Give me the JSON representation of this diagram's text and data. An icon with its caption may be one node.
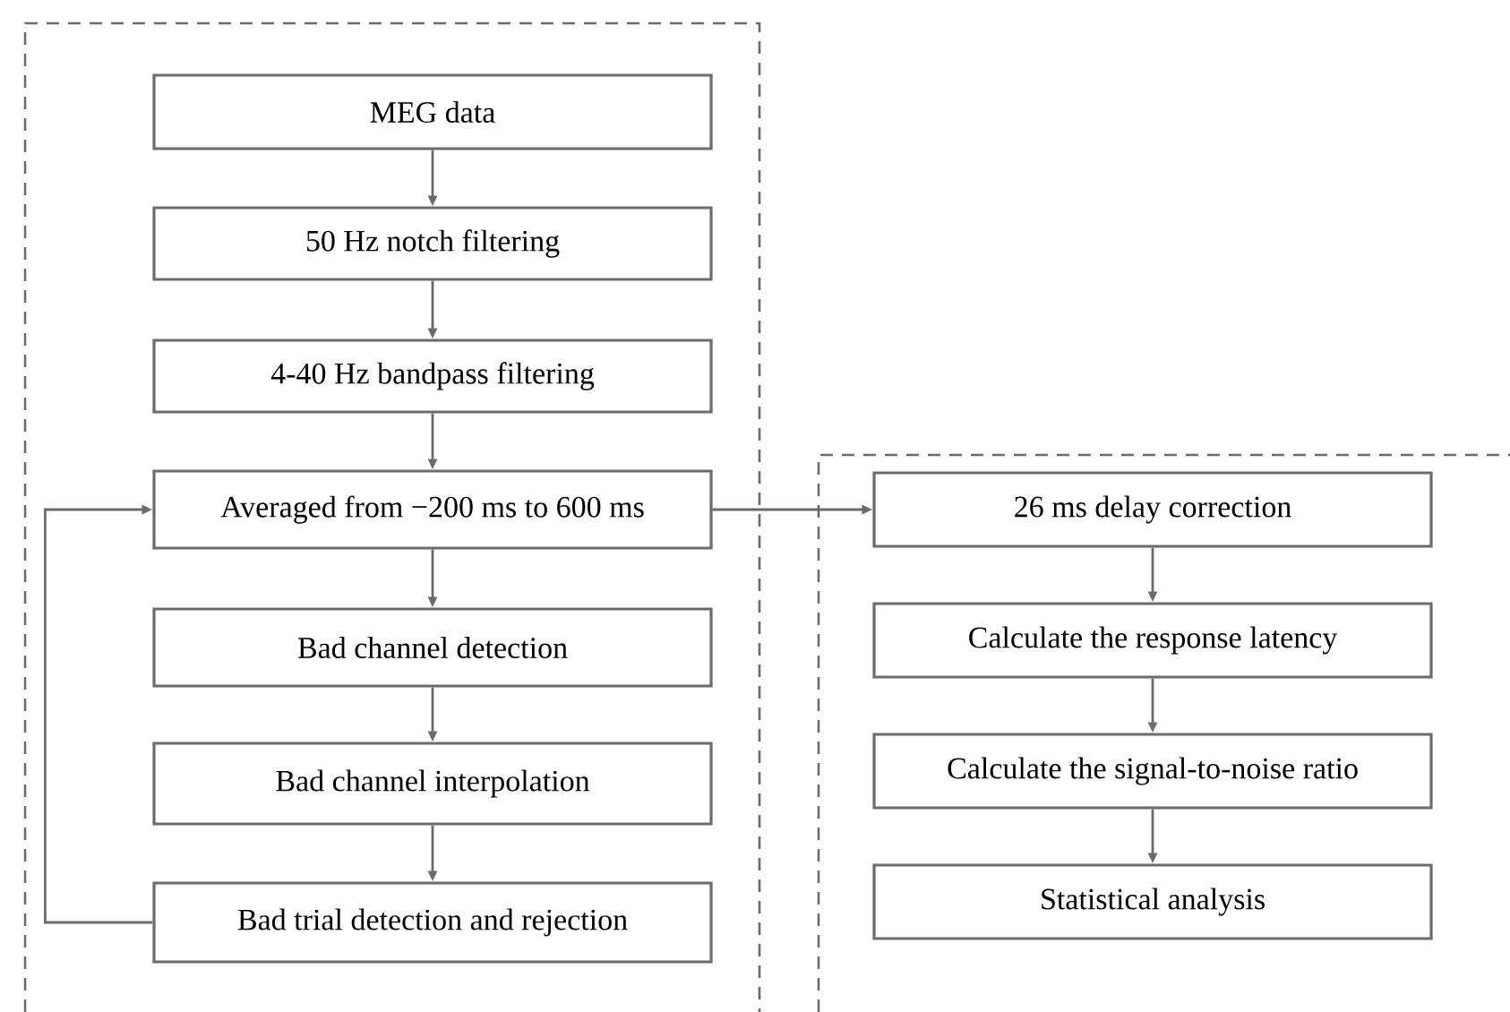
{
  "diagram": {
    "nodes": [
      {
        "text": [
          "MEG data"
        ]
      },
      {
        "text": [
          "50 Hz notch filtering"
        ]
      },
      {
        "text": [
          "4-40 Hz bandpass filtering"
        ]
      },
      {
        "text": [
          "Averaged from −200 ms to 600 ms"
        ]
      },
      {
        "text": [
          "Bad channel detection"
        ]
      },
      {
        "text": [
          "Bad channel interpolation"
        ]
      },
      {
        "text": [
          "Bad trial detection and rejection"
        ]
      },
      {
        "text": [
          "26 ms delay correction"
        ]
      },
      {
        "text": [
          "Calculate the response latency"
        ]
      },
      {
        "text": [
          "Calculate the signal-to-noise ratio"
        ]
      },
      {
        "text": [
          "Statistical analysis"
        ]
      }
    ],
    "edges": [
      {
        "from": 0,
        "to": 1,
        "arrow": "to"
      },
      {
        "from": 1,
        "to": 2,
        "arrow": "to"
      },
      {
        "from": 2,
        "to": 3,
        "arrow": "to"
      },
      {
        "from": 3,
        "to": 4,
        "arrow": "to"
      },
      {
        "from": 4,
        "to": 5,
        "arrow": "to"
      },
      {
        "from": 5,
        "to": 6,
        "arrow": "to"
      },
      {
        "from": 6,
        "to": 3,
        "arrow": "to"
      },
      {
        "from": 3,
        "to": 7,
        "arrow": "to"
      },
      {
        "from": 7,
        "to": 8,
        "arrow": "to"
      },
      {
        "from": 8,
        "to": 9,
        "arrow": "to"
      },
      {
        "from": 9,
        "to": 10,
        "arrow": "to"
      }
    ]
  }
}
